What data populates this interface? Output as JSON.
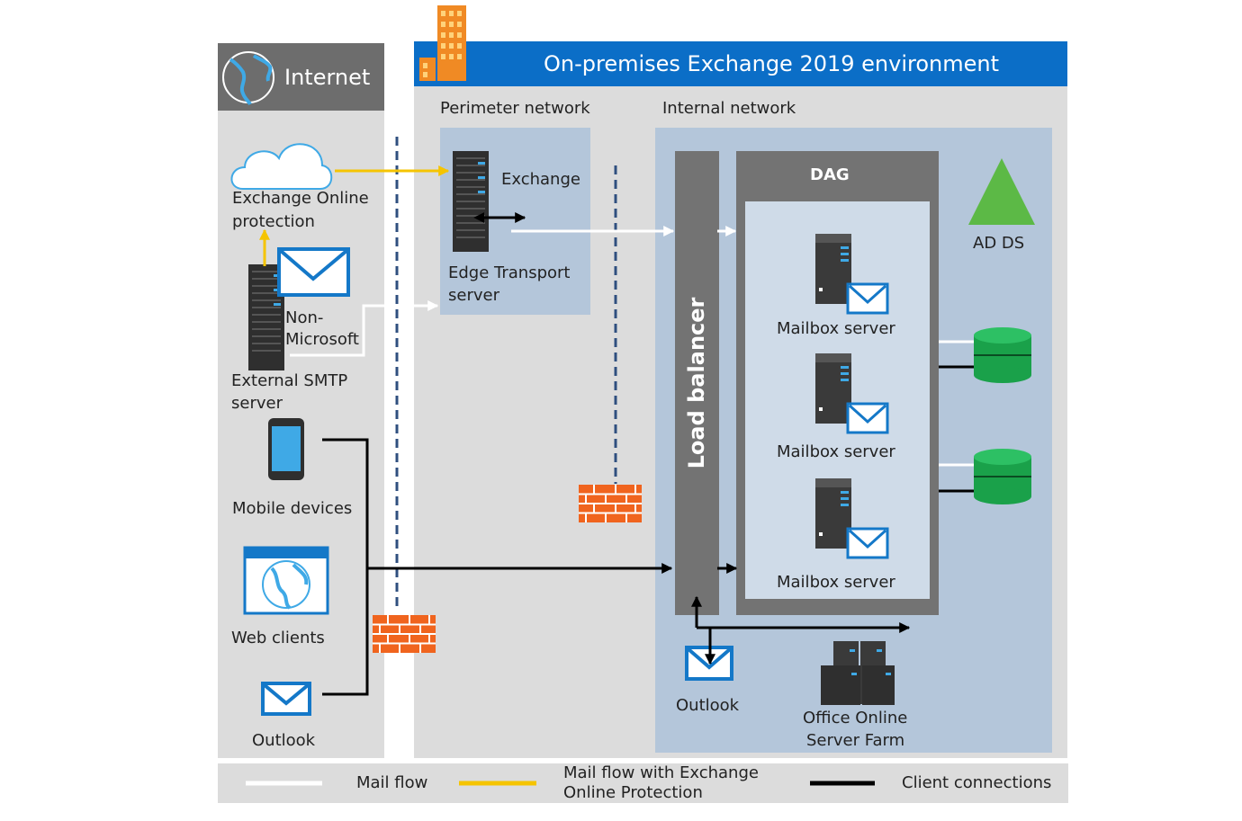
{
  "headers": {
    "internet": "Internet",
    "onprem": "On-premises Exchange 2019 environment",
    "perimeter": "Perimeter network",
    "internal": "Internal network",
    "dag": "DAG",
    "load_balancer": "Load balancer"
  },
  "internet_side": {
    "eop_line1": "Exchange Online",
    "eop_line2": "protection",
    "nonms_line1": "Non-",
    "nonms_line2": "Microsoft",
    "smtp_line1": "External SMTP",
    "smtp_line2": "server",
    "mobile": "Mobile devices",
    "web": "Web clients",
    "outlook": "Outlook"
  },
  "perimeter_side": {
    "exchange": "Exchange",
    "edge_line1": "Edge Transport",
    "edge_line2": "server"
  },
  "internal_side": {
    "mailbox_1": "Mailbox server",
    "mailbox_2": "Mailbox server",
    "mailbox_3": "Mailbox server",
    "adds": "AD DS",
    "outlook": "Outlook",
    "oos_line1": "Office Online",
    "oos_line2": "Server Farm"
  },
  "legend": {
    "mail_flow": "Mail flow",
    "eop_line1": "Mail flow with Exchange",
    "eop_line2": "Online Protection",
    "client": "Client connections"
  },
  "colors": {
    "internet_header": "#6d6d6d",
    "onprem_header": "#0b6ec7",
    "network_zone": "#b4c6da",
    "gray_panel": "#dcdcdc",
    "dag_box": "#737373",
    "eop_arrow": "#f5c400",
    "firewall": "#f0641e",
    "adds_triangle": "#5cb946",
    "database": "#1aa14a",
    "mail_icon": "#1478c8"
  }
}
